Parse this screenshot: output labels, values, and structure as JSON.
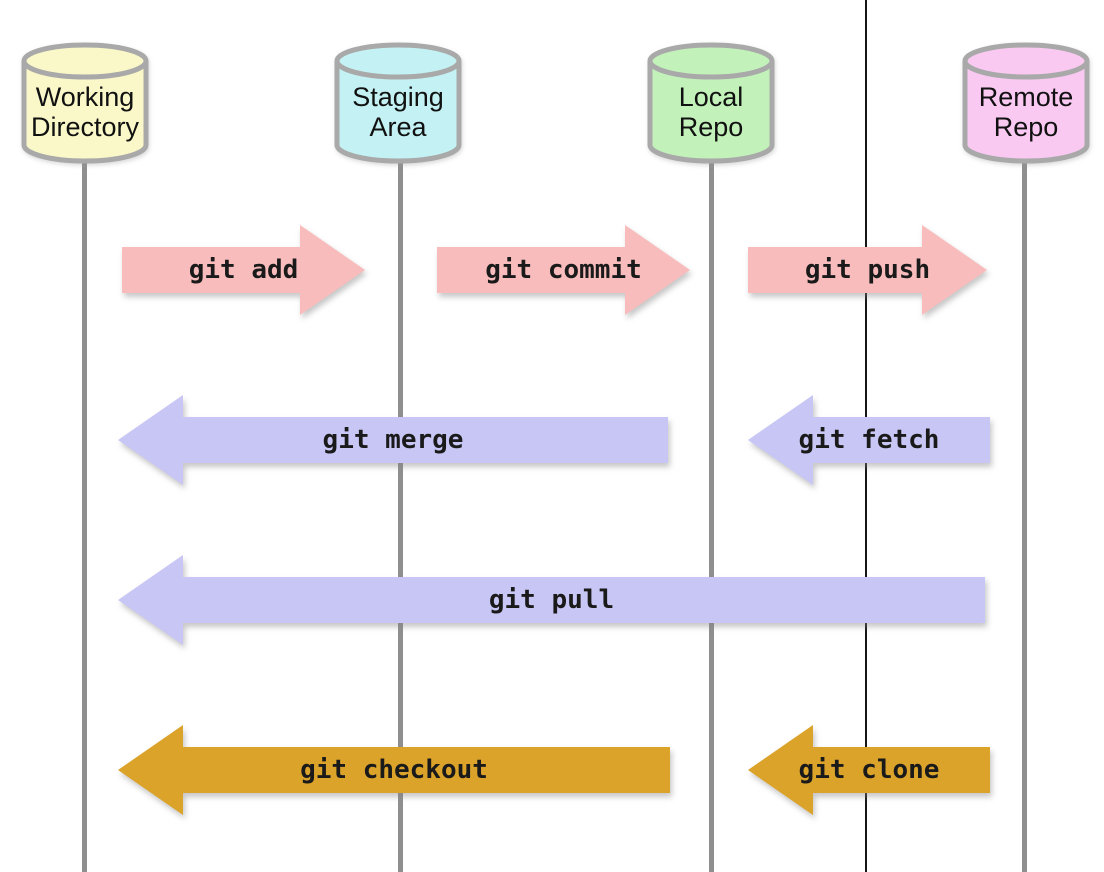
{
  "diagram": {
    "type": "git-data-transport-flow",
    "columns": [
      {
        "id": "working-directory",
        "label": "Working\nDirectory",
        "color": "#faf8c8"
      },
      {
        "id": "staging-area",
        "label": "Staging\nArea",
        "color": "#c4f2f4"
      },
      {
        "id": "local-repo",
        "label": "Local\nRepo",
        "color": "#c2f2ba"
      },
      {
        "id": "remote-repo",
        "label": "Remote\nRepo",
        "color": "#f9c9f2"
      }
    ],
    "arrows": [
      {
        "label": "git add",
        "direction": "right",
        "from": "Working Directory",
        "to": "Staging Area",
        "color": "#f8bcbc"
      },
      {
        "label": "git commit",
        "direction": "right",
        "from": "Staging Area",
        "to": "Local Repo",
        "color": "#f8bcbc"
      },
      {
        "label": "git push",
        "direction": "right",
        "from": "Local Repo",
        "to": "Remote Repo",
        "color": "#f8bcbc"
      },
      {
        "label": "git merge",
        "direction": "left",
        "from": "Local Repo",
        "to": "Working Directory",
        "color": "#c7c6f4"
      },
      {
        "label": "git fetch",
        "direction": "left",
        "from": "Remote Repo",
        "to": "Local Repo",
        "color": "#c7c6f4"
      },
      {
        "label": "git pull",
        "direction": "left",
        "from": "Remote Repo",
        "to": "Working Directory",
        "color": "#c7c6f4"
      },
      {
        "label": "git checkout",
        "direction": "left",
        "from": "Local Repo",
        "to": "Working Directory",
        "color": "#dba32a"
      },
      {
        "label": "git clone",
        "direction": "left",
        "from": "Remote Repo",
        "to": "Local Repo",
        "color": "#dba32a"
      }
    ],
    "line_colors": {
      "cylinder_outline": "#a9a9a9",
      "lifeline_gray": "#8f8f8f",
      "track_line_black": "#161616",
      "label_text": "#1a1a1a"
    }
  }
}
